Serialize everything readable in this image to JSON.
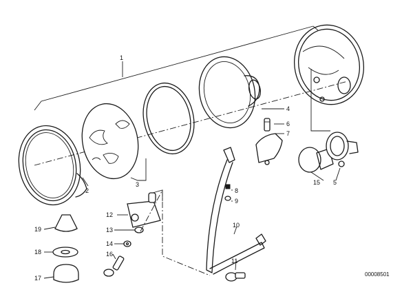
{
  "diagram": {
    "reference_number": "00008501",
    "callouts": {
      "c1": "1",
      "c2": "2",
      "c3": "3",
      "c4": "4",
      "c5": "5",
      "c6": "6",
      "c7": "7",
      "c8": "8",
      "c9": "9",
      "c10": "10",
      "c11": "11",
      "c12": "12",
      "c13": "13",
      "c14": "14",
      "c15": "15",
      "c16": "16",
      "c17": "17",
      "c18": "18",
      "c19": "19"
    }
  }
}
